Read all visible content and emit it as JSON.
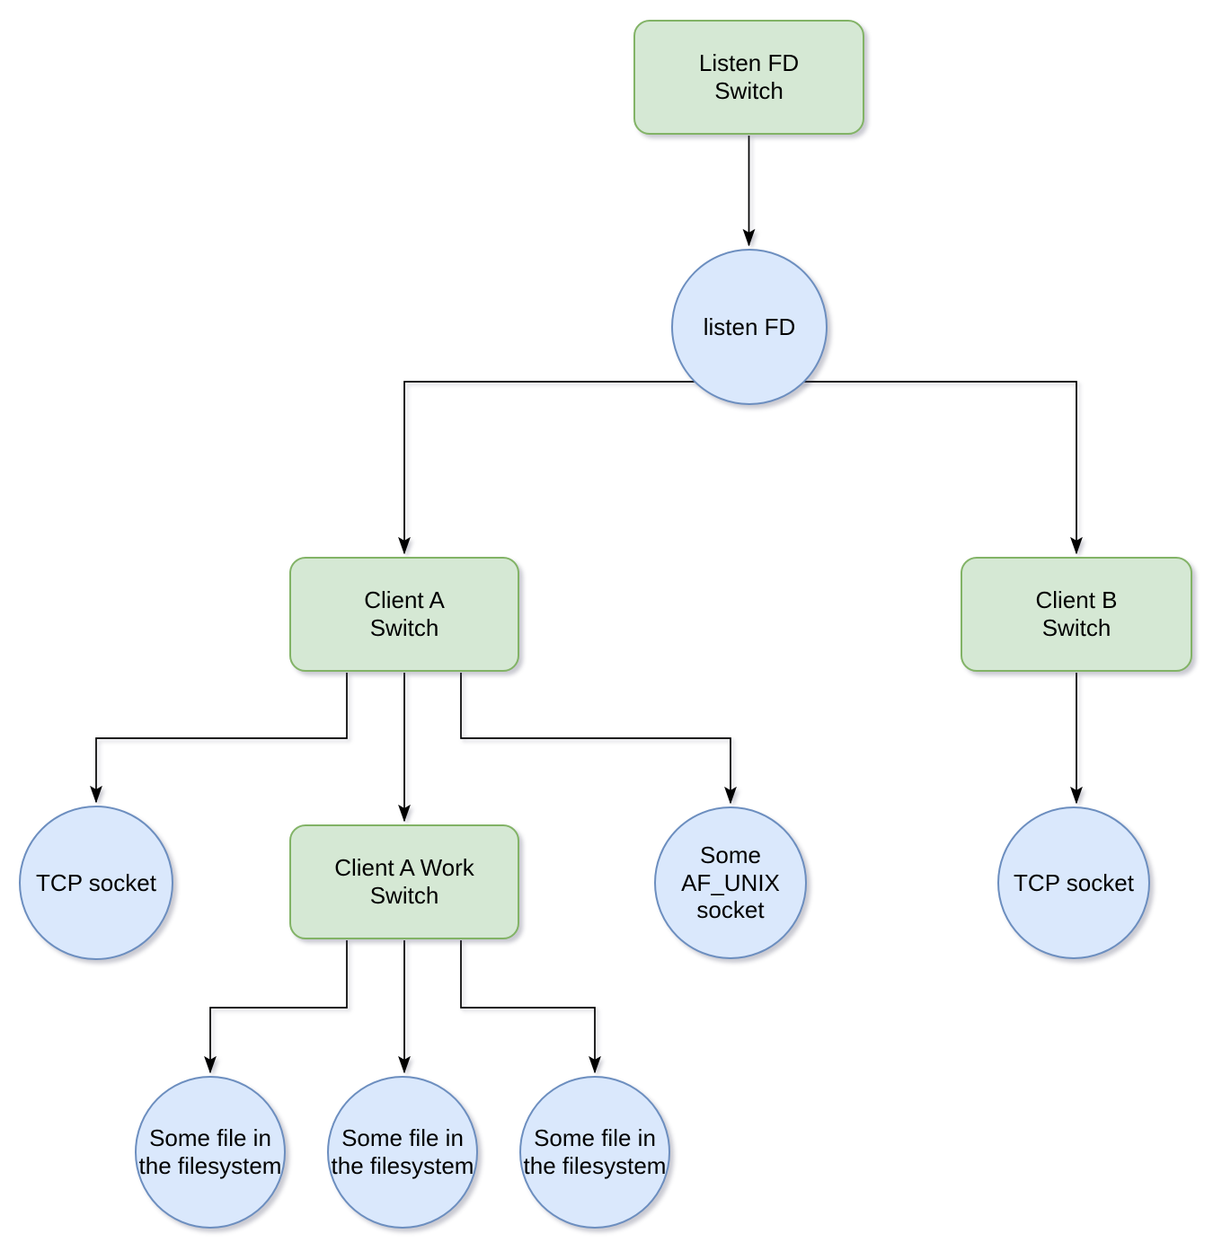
{
  "diagram": {
    "colors": {
      "background": "#ffffff",
      "box_fill": "#d5e8d4",
      "box_stroke": "#82b366",
      "circle_fill": "#dae8fc",
      "circle_stroke": "#6c8ebf",
      "edge": "#000000",
      "text": "#000000"
    },
    "nodes": {
      "listen_fd_switch": {
        "label": "Listen FD\nSwitch",
        "shape": "rounded-box"
      },
      "listen_fd": {
        "label": "listen FD",
        "shape": "circle"
      },
      "client_a_switch": {
        "label": "Client A\nSwitch",
        "shape": "rounded-box"
      },
      "client_b_switch": {
        "label": "Client B\nSwitch",
        "shape": "rounded-box"
      },
      "tcp_socket_a": {
        "label": "TCP socket",
        "shape": "circle"
      },
      "client_a_work_switch": {
        "label": "Client A Work\nSwitch",
        "shape": "rounded-box"
      },
      "af_unix_socket": {
        "label": "Some\nAF_UNIX\nsocket",
        "shape": "circle"
      },
      "tcp_socket_b": {
        "label": "TCP socket",
        "shape": "circle"
      },
      "file_1": {
        "label": "Some file in\nthe filesystem",
        "shape": "circle"
      },
      "file_2": {
        "label": "Some file in\nthe filesystem",
        "shape": "circle"
      },
      "file_3": {
        "label": "Some file in\nthe filesystem",
        "shape": "circle"
      }
    },
    "edges": [
      {
        "from": "listen_fd_switch",
        "to": "listen_fd"
      },
      {
        "from": "listen_fd",
        "to": "client_a_switch"
      },
      {
        "from": "listen_fd",
        "to": "client_b_switch"
      },
      {
        "from": "client_a_switch",
        "to": "tcp_socket_a"
      },
      {
        "from": "client_a_switch",
        "to": "client_a_work_switch"
      },
      {
        "from": "client_a_switch",
        "to": "af_unix_socket"
      },
      {
        "from": "client_b_switch",
        "to": "tcp_socket_b"
      },
      {
        "from": "client_a_work_switch",
        "to": "file_1"
      },
      {
        "from": "client_a_work_switch",
        "to": "file_2"
      },
      {
        "from": "client_a_work_switch",
        "to": "file_3"
      }
    ]
  }
}
